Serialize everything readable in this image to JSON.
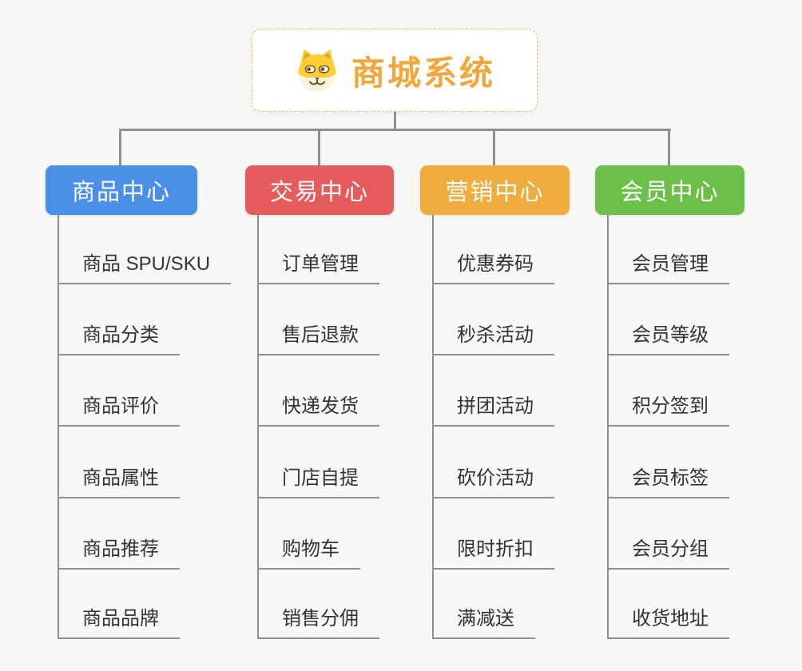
{
  "root": {
    "title": "商城系统",
    "icon": "dog-face-icon"
  },
  "branches": [
    {
      "label": "商品中心",
      "color": "#4a8fe8",
      "items": [
        "商品 SPU/SKU",
        "商品分类",
        "商品评价",
        "商品属性",
        "商品推荐",
        "商品品牌"
      ]
    },
    {
      "label": "交易中心",
      "color": "#e65c5c",
      "items": [
        "订单管理",
        "售后退款",
        "快递发货",
        "门店自提",
        "购物车",
        "销售分佣"
      ]
    },
    {
      "label": "营销中心",
      "color": "#efad3d",
      "items": [
        "优惠券码",
        "秒杀活动",
        "拼团活动",
        "砍价活动",
        "限时折扣",
        "满减送"
      ]
    },
    {
      "label": "会员中心",
      "color": "#6cc04a",
      "items": [
        "会员管理",
        "会员等级",
        "积分签到",
        "会员标签",
        "会员分组",
        "收货地址"
      ]
    }
  ],
  "colors": {
    "background": "#f7f7f6",
    "connector": "#8f8f8f",
    "root_title": "#f0a73c",
    "root_border": "#f2bc6b",
    "item_text": "#333333",
    "branch_product": "#4a8fe8",
    "branch_trade": "#e65c5c",
    "branch_marketing": "#efad3d",
    "branch_member": "#6cc04a"
  }
}
